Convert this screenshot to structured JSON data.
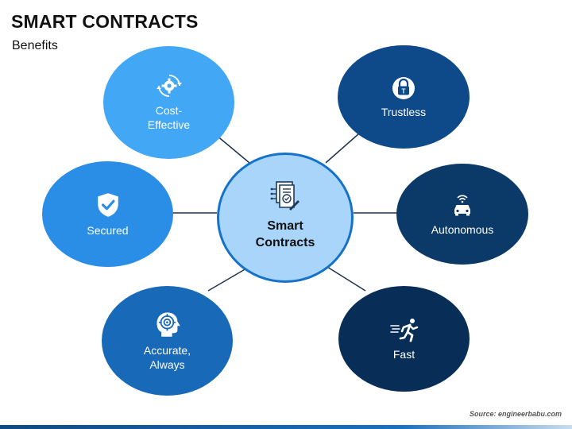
{
  "header": {
    "title": "SMART CONTRACTS",
    "subtitle": "Benefits"
  },
  "diagram": {
    "center": {
      "label": "Smart\nContracts",
      "icon": "contract-document-icon"
    },
    "nodes": [
      {
        "id": "cost-effective",
        "label": "Cost-\nEffective",
        "icon": "gear-cycle-icon",
        "color": "#42a7f5"
      },
      {
        "id": "trustless",
        "label": "Trustless",
        "icon": "lock-icon",
        "color": "#0e4a8a"
      },
      {
        "id": "secured",
        "label": "Secured",
        "icon": "shield-check-icon",
        "color": "#2b8ee6"
      },
      {
        "id": "autonomous",
        "label": "Autonomous",
        "icon": "autonomous-car-icon",
        "color": "#0b3a69"
      },
      {
        "id": "accurate-always",
        "label": "Accurate,\nAlways",
        "icon": "target-head-icon",
        "color": "#1869b8"
      },
      {
        "id": "fast",
        "label": "Fast",
        "icon": "running-person-icon",
        "color": "#082e57"
      }
    ]
  },
  "footer": {
    "source": "Source: engineerbabu.com"
  }
}
